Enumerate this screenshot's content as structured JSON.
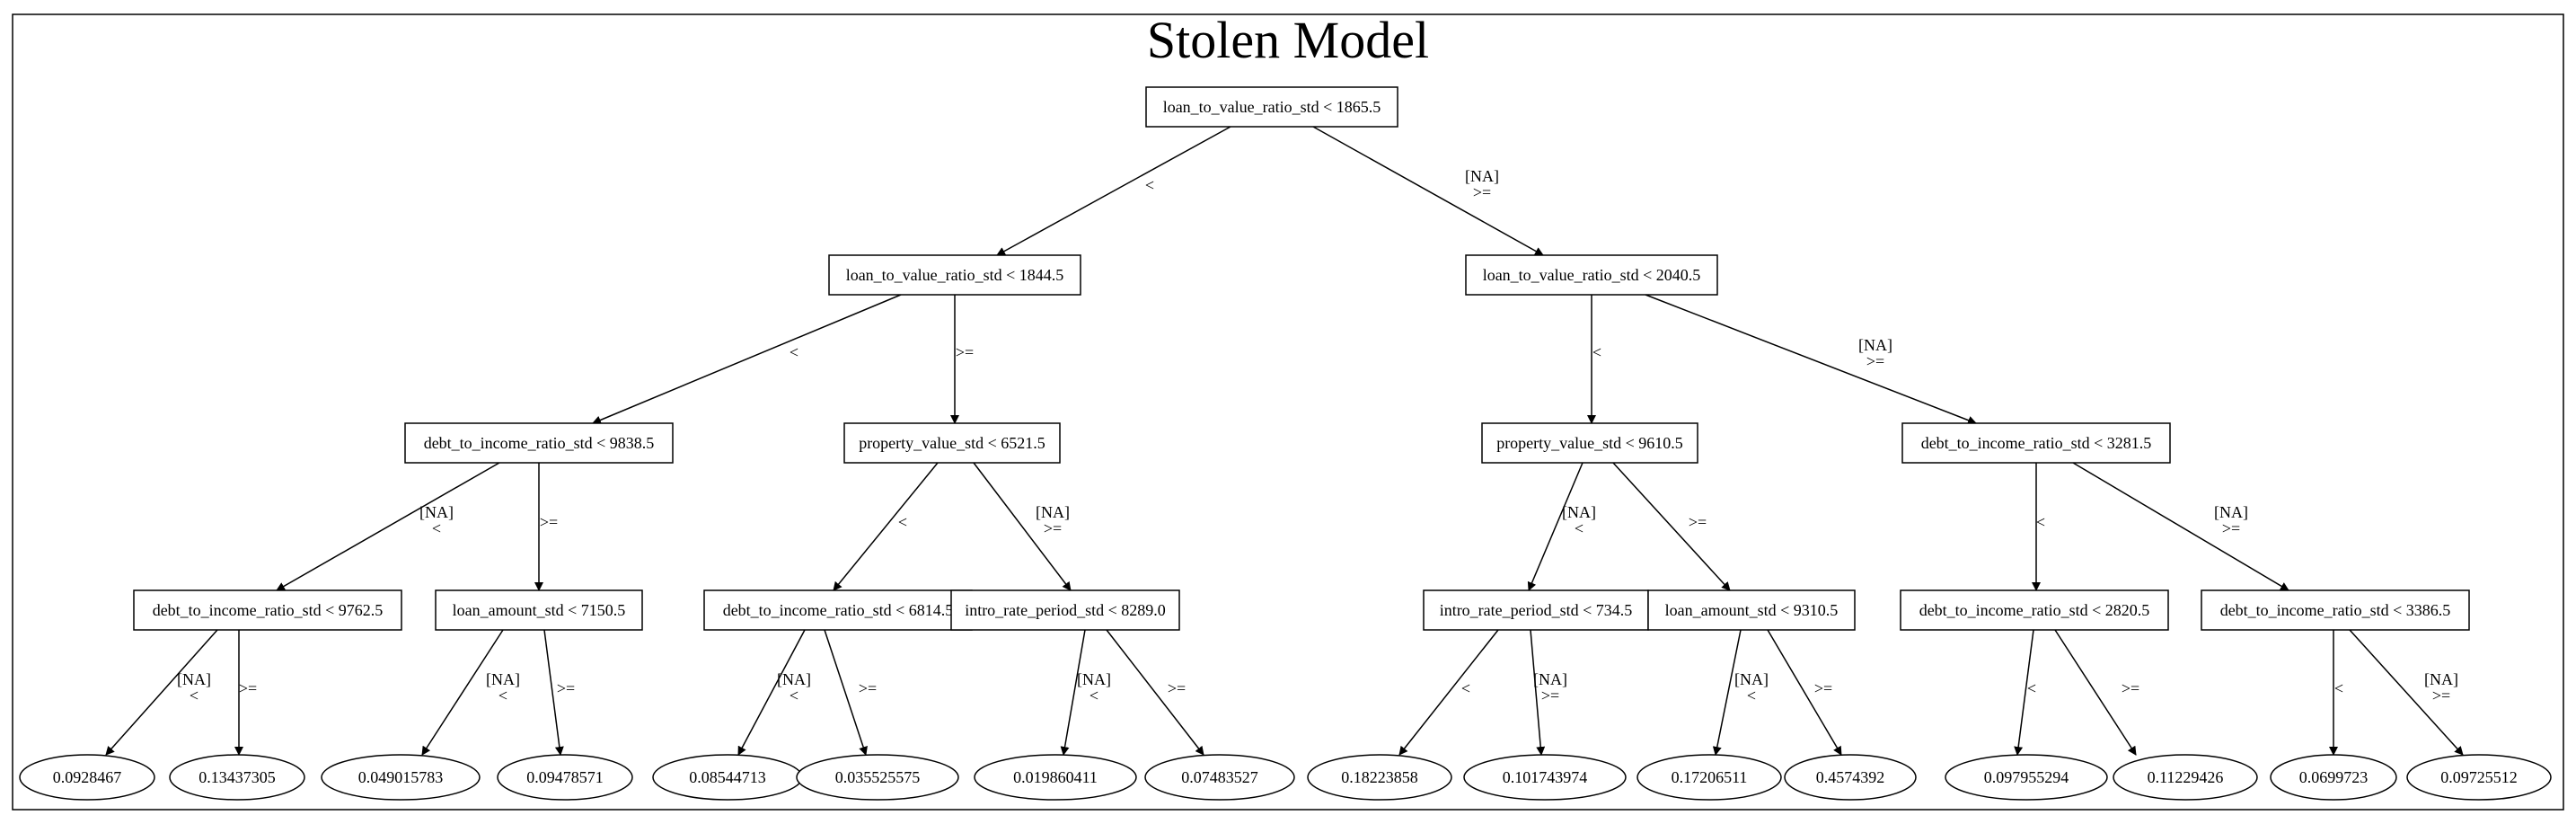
{
  "title": "Stolen Model",
  "nodes": {
    "n0": {
      "text": "loan_to_value_ratio_std < 1865.5"
    },
    "n1": {
      "text": "loan_to_value_ratio_std < 1844.5"
    },
    "n2": {
      "text": "loan_to_value_ratio_std < 2040.5"
    },
    "n3": {
      "text": "debt_to_income_ratio_std < 9838.5"
    },
    "n4": {
      "text": "property_value_std < 6521.5"
    },
    "n5": {
      "text": "property_value_std < 9610.5"
    },
    "n6": {
      "text": "debt_to_income_ratio_std < 3281.5"
    },
    "n7": {
      "text": "debt_to_income_ratio_std < 9762.5"
    },
    "n8": {
      "text": "loan_amount_std < 7150.5"
    },
    "n9": {
      "text": "debt_to_income_ratio_std < 6814.5"
    },
    "n10": {
      "text": "intro_rate_period_std < 8289.0"
    },
    "n11": {
      "text": "intro_rate_period_std < 734.5"
    },
    "n12": {
      "text": "loan_amount_std < 9310.5"
    },
    "n13": {
      "text": "debt_to_income_ratio_std < 2820.5"
    },
    "n14": {
      "text": "debt_to_income_ratio_std < 3386.5"
    }
  },
  "leaves": {
    "l0": {
      "text": "0.0928467"
    },
    "l1": {
      "text": "0.13437305"
    },
    "l2": {
      "text": "0.049015783"
    },
    "l3": {
      "text": "0.09478571"
    },
    "l4": {
      "text": "0.08544713"
    },
    "l5": {
      "text": "0.035525575"
    },
    "l6": {
      "text": "0.019860411"
    },
    "l7": {
      "text": "0.07483527"
    },
    "l8": {
      "text": "0.18223858"
    },
    "l9": {
      "text": "0.101743974"
    },
    "l10": {
      "text": "0.17206511"
    },
    "l11": {
      "text": "0.4574392"
    },
    "l12": {
      "text": "0.097955294"
    },
    "l13": {
      "text": "0.11229426"
    },
    "l14": {
      "text": "0.0699723"
    },
    "l15": {
      "text": "0.09725512"
    }
  },
  "edge_labels": {
    "e0_1": {
      "l1": "<"
    },
    "e0_2": {
      "l1": "[NA]",
      "l2": ">="
    },
    "e1_3": {
      "l1": "<"
    },
    "e1_4": {
      "l1": ">="
    },
    "e2_5": {
      "l1": "<"
    },
    "e2_6": {
      "l1": "[NA]",
      "l2": ">="
    },
    "e3_7": {
      "l1": "[NA]",
      "l2": "<"
    },
    "e3_8": {
      "l1": ">="
    },
    "e4_9": {
      "l1": "<"
    },
    "e4_10": {
      "l1": "[NA]",
      "l2": ">="
    },
    "e5_11": {
      "l1": "[NA]",
      "l2": "<"
    },
    "e5_12": {
      "l1": ">="
    },
    "e6_13": {
      "l1": "<"
    },
    "e6_14": {
      "l1": "[NA]",
      "l2": ">="
    },
    "e7_l0": {
      "l1": "[NA]",
      "l2": "<"
    },
    "e7_l1": {
      "l1": ">="
    },
    "e8_l2": {
      "l1": "[NA]",
      "l2": "<"
    },
    "e8_l3": {
      "l1": ">="
    },
    "e9_l4": {
      "l1": "[NA]",
      "l2": "<"
    },
    "e9_l5": {
      "l1": ">="
    },
    "e10_l6": {
      "l1": "[NA]",
      "l2": "<"
    },
    "e10_l7": {
      "l1": ">="
    },
    "e11_l8": {
      "l1": "<"
    },
    "e11_l9": {
      "l1": "[NA]",
      "l2": ">="
    },
    "e12_l10": {
      "l1": "[NA]",
      "l2": "<"
    },
    "e12_l11": {
      "l1": ">="
    },
    "e13_l12": {
      "l1": "<"
    },
    "e13_l13": {
      "l1": ">="
    },
    "e14_l14": {
      "l1": "<"
    },
    "e14_l15": {
      "l1": "[NA]",
      "l2": ">="
    }
  }
}
